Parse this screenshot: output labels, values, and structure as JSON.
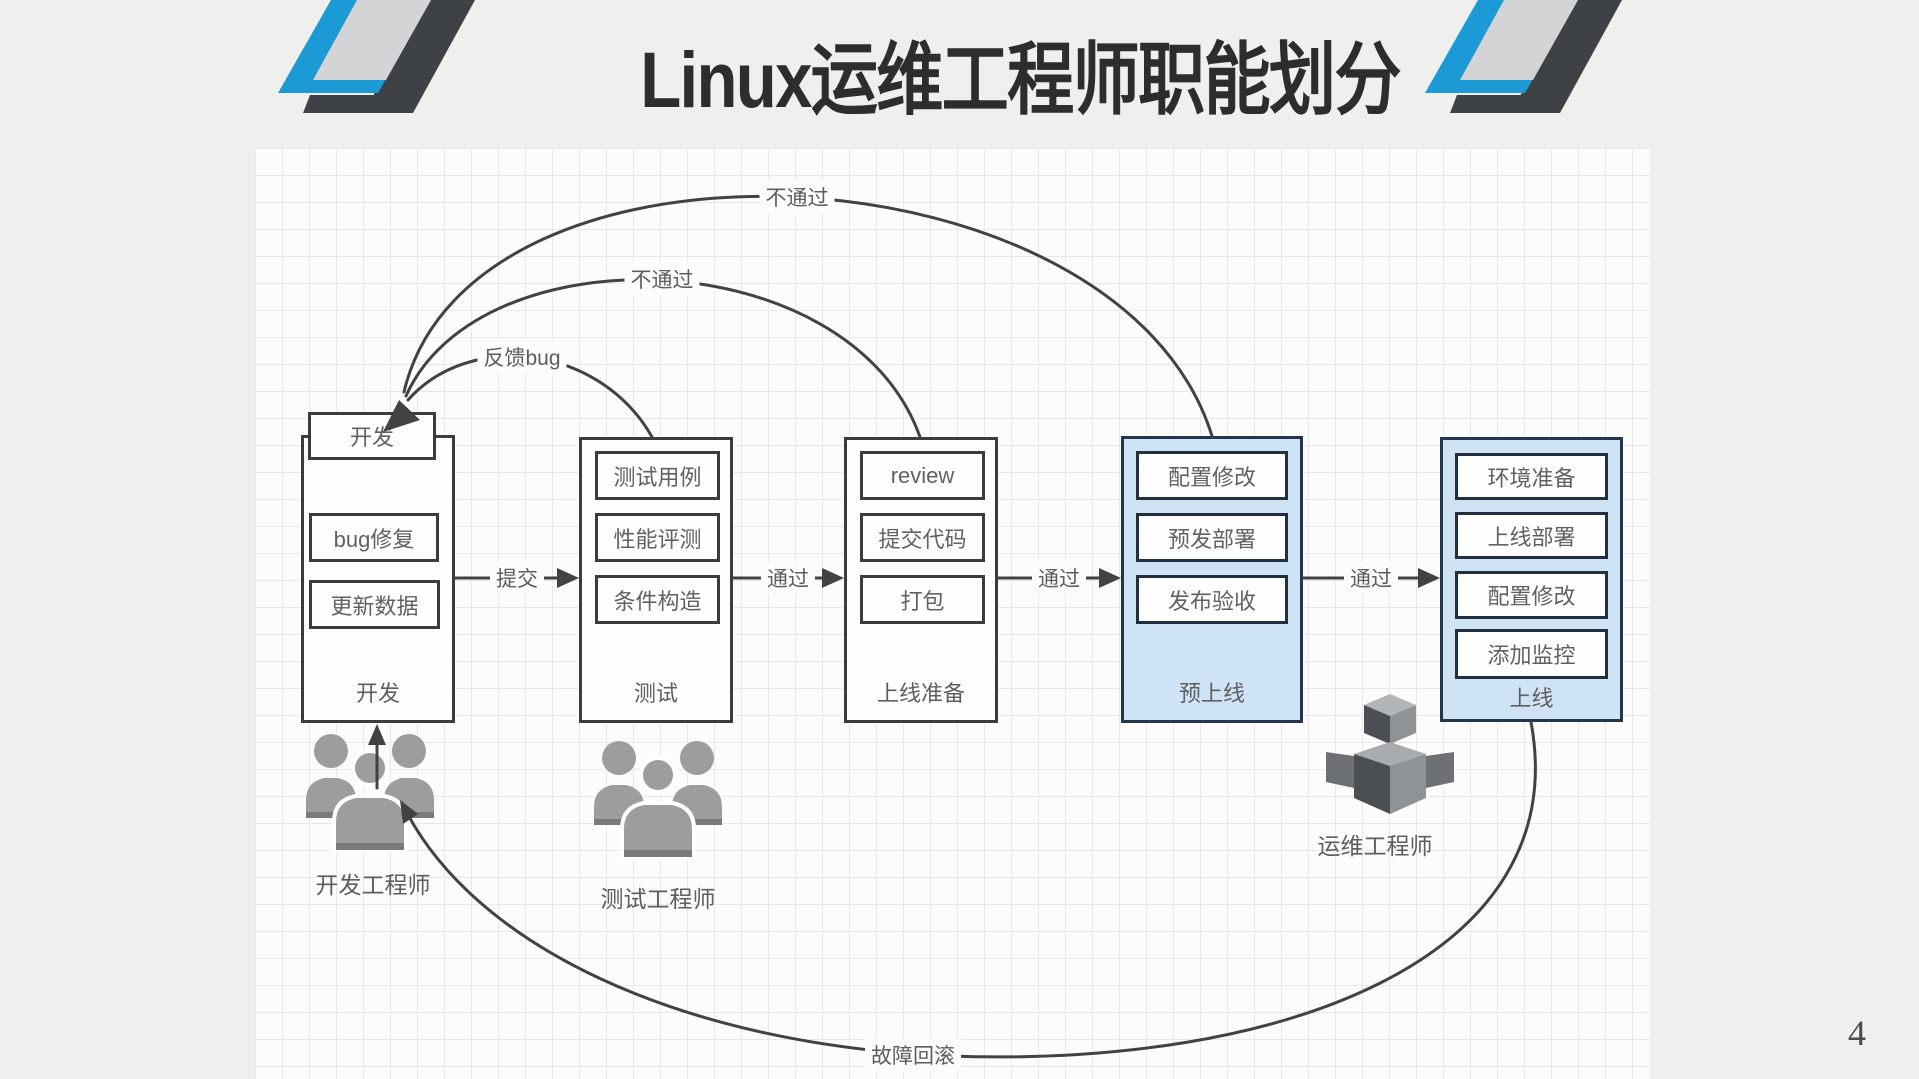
{
  "slide": {
    "title": "Linux运维工程师职能划分",
    "page_number": "4"
  },
  "flow": {
    "columns": [
      {
        "header": "开发",
        "items": [
          "bug修复",
          "更新数据"
        ],
        "footer": "开发"
      },
      {
        "items": [
          "测试用例",
          "性能评测",
          "条件构造"
        ],
        "footer": "测试"
      },
      {
        "items": [
          "review",
          "提交代码",
          "打包"
        ],
        "footer": "上线准备"
      },
      {
        "items": [
          "配置修改",
          "预发部署",
          "发布验收"
        ],
        "footer": "预上线"
      },
      {
        "items": [
          "环境准备",
          "上线部署",
          "配置修改",
          "添加监控"
        ],
        "footer": "上线"
      }
    ],
    "forward_labels": [
      "提交",
      "通过",
      "通过",
      "通过"
    ],
    "return_labels": {
      "feedback_bug": "反馈bug",
      "fail_inner": "不通过",
      "fail_outer": "不通过",
      "rollback": "故障回滚"
    },
    "roles": [
      {
        "label": "开发工程师"
      },
      {
        "label": "测试工程师"
      },
      {
        "label": "运维工程师"
      }
    ]
  },
  "colors": {
    "accent_blue": "#1b9ad6",
    "deco_dark": "#3e4246",
    "deco_gray": "#d2d4d6",
    "highlight_fill": "#cfe3f6",
    "line": "#424242",
    "text": "#5f5f5f"
  }
}
